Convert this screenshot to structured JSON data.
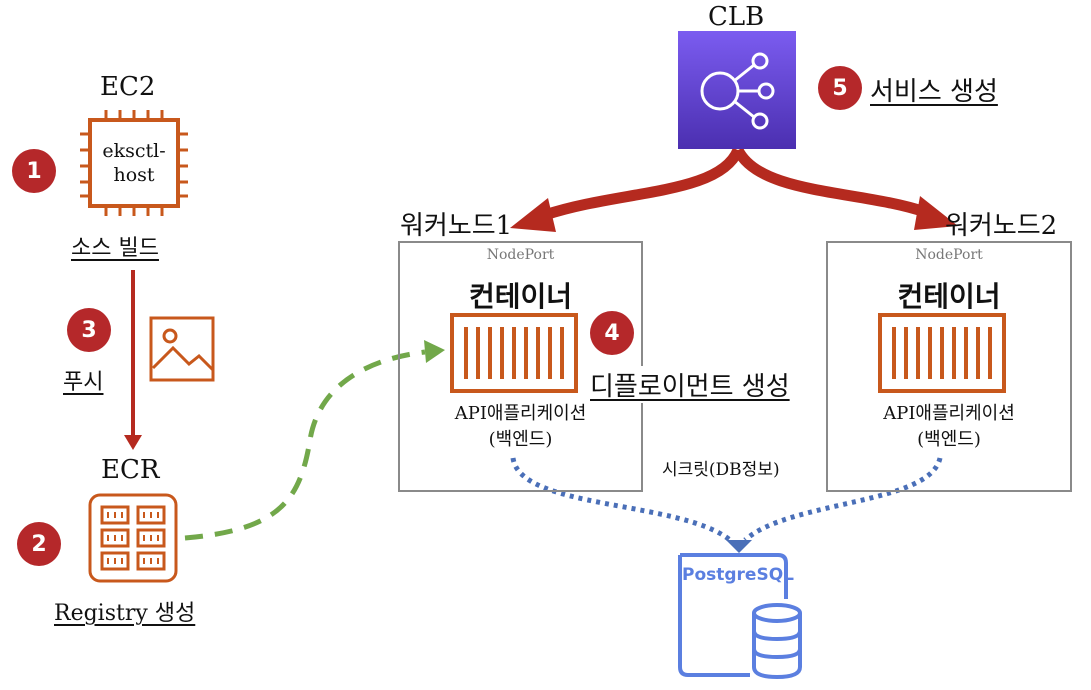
{
  "clb": {
    "title": "CLB"
  },
  "ec2": {
    "title": "EC2",
    "chip_line1": "eksctl-",
    "chip_line2": "host",
    "caption": "소스 빌드"
  },
  "ecr": {
    "title": "ECR",
    "caption": "Registry 생성"
  },
  "push": {
    "caption": "푸시"
  },
  "steps": {
    "s1": "1",
    "s2": "2",
    "s3": "3",
    "s4": "4",
    "s5": "5"
  },
  "service_caption": "서비스 생성",
  "deployment_caption": "디플로이먼트 생성",
  "secret_caption": "시크릿(DB정보)",
  "worker1": {
    "title": "워커노드1",
    "nodeport": "NodePort",
    "container": "컨테이너",
    "app_line1": "API애플리케이션",
    "app_line2": "(백엔드)"
  },
  "worker2": {
    "title": "워커노드2",
    "nodeport": "NodePort",
    "container": "컨테이너",
    "app_line1": "API애플리케이션",
    "app_line2": "(백엔드)"
  },
  "db": {
    "label": "PostgreSQL"
  },
  "colors": {
    "aws_orange": "#c8581c",
    "badge_red": "#b5282a",
    "arrow_red": "#b52a1f",
    "dash_green": "#72a84a",
    "dot_blue": "#4a6fb8",
    "db_blue": "#5b7fe0",
    "clb_top": "#7b5cf0",
    "clb_bottom": "#4b2fb0"
  }
}
